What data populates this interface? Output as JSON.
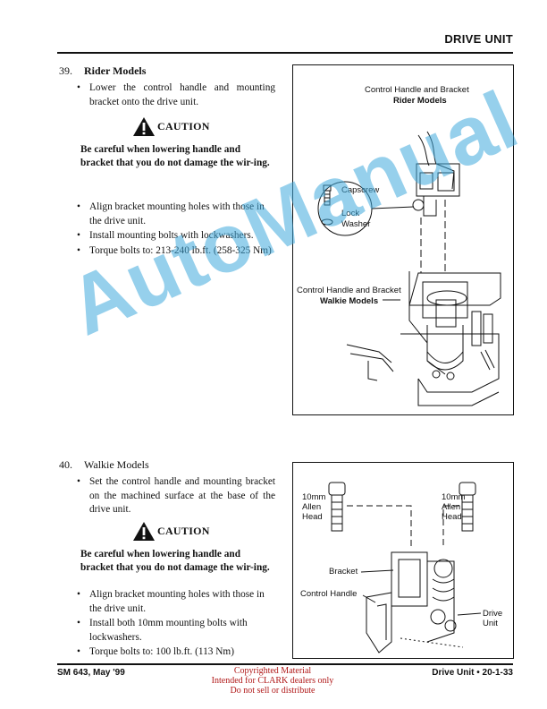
{
  "header": {
    "title": "DRIVE UNIT"
  },
  "step39": {
    "number": "39.",
    "title": "Rider Models",
    "bullet1": "Lower the control handle and mounting bracket onto the drive unit.",
    "caution_label": "CAUTION",
    "warning": "Be careful when lowering handle and bracket that you do not damage the wir-ing.",
    "bullets2": [
      "Align bracket mounting holes with those in the drive unit.",
      "Install mounting bolts with lockwashers.",
      "Torque bolts to: 213-240 lb.ft. (258-325 Nm)"
    ]
  },
  "figure1": {
    "label_rider_line1": "Control Handle and Bracket",
    "label_rider_line2": "Rider Models",
    "label_capscrew": "Capscrew",
    "label_lock": "Lock",
    "label_washer": "Washer",
    "label_walkie_line1": "Control Handle and Bracket",
    "label_walkie_line2": "Walkie Models"
  },
  "step40": {
    "number": "40.",
    "title": "Walkie Models",
    "bullet1": "Set the control handle and mounting bracket on the machined surface at the base of the drive unit.",
    "caution_label": "CAUTION",
    "warning": "Be careful when lowering handle and bracket that you do not damage the wir-ing.",
    "bullets2": [
      "Align bracket mounting holes with those in the drive unit.",
      "Install both 10mm mounting bolts with lockwashers.",
      "Torque bolts to: 100 lb.ft. (113 Nm)"
    ]
  },
  "figure2": {
    "left_bolt_line1": "10mm",
    "left_bolt_line2": "Allen",
    "left_bolt_line3": "Head",
    "right_bolt_line1": "10mm",
    "right_bolt_line2": "Allen",
    "right_bolt_line3": "Head",
    "label_bracket": "Bracket",
    "label_control_handle": "Control Handle",
    "label_drive_line1": "Drive",
    "label_drive_line2": "Unit"
  },
  "watermark": "AutoManual",
  "footer": {
    "left": "SM 643, May '99",
    "right": "Drive Unit • 20-1-33",
    "copyright_line1": "Copyrighted Material",
    "copyright_line2": "Intended for CLARK dealers only",
    "copyright_line3": "Do not sell or distribute"
  }
}
